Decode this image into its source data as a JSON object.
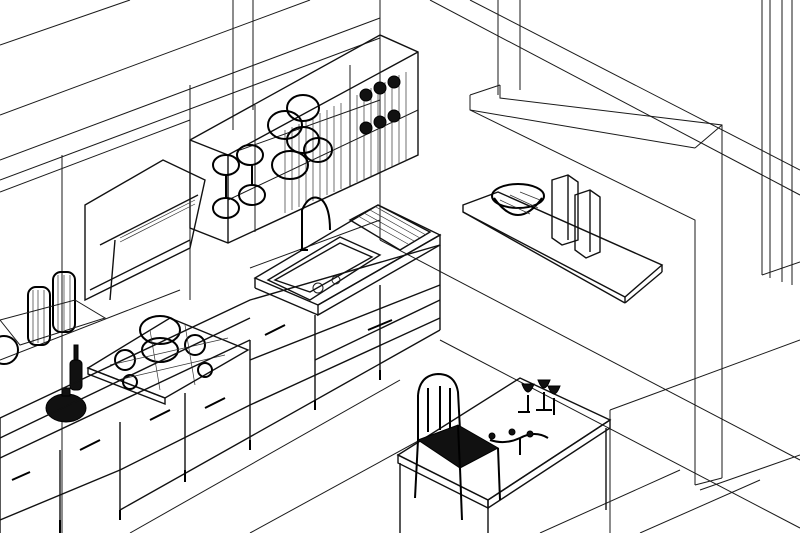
{
  "scene": {
    "description_visible_text": [],
    "line_color": "#111111",
    "background_color": "#ffffff"
  },
  "objects": [
    {
      "id": "room-walls",
      "icon": "wireframe-wall"
    },
    {
      "id": "wall-cabinet",
      "icon": "wireframe-shelf-unit"
    },
    {
      "id": "range-hood",
      "icon": "wireframe-hood"
    },
    {
      "id": "floating-shelf",
      "icon": "wireframe-shelf"
    },
    {
      "id": "sink",
      "icon": "wireframe-sink"
    },
    {
      "id": "faucet",
      "icon": "wireframe-faucet"
    },
    {
      "id": "cooktop",
      "icon": "wireframe-gas-hob"
    },
    {
      "id": "base-cabinets",
      "icon": "wireframe-cabinet"
    },
    {
      "id": "dining-table",
      "icon": "wireframe-table"
    },
    {
      "id": "chair",
      "icon": "wireframe-chair"
    },
    {
      "id": "tumblers",
      "icon": "wireframe-cylinder"
    },
    {
      "id": "vases",
      "icon": "wireframe-vase"
    },
    {
      "id": "fruit-bowl",
      "icon": "wireframe-bowl"
    },
    {
      "id": "wine-glasses",
      "icon": "wireframe-glass"
    }
  ]
}
